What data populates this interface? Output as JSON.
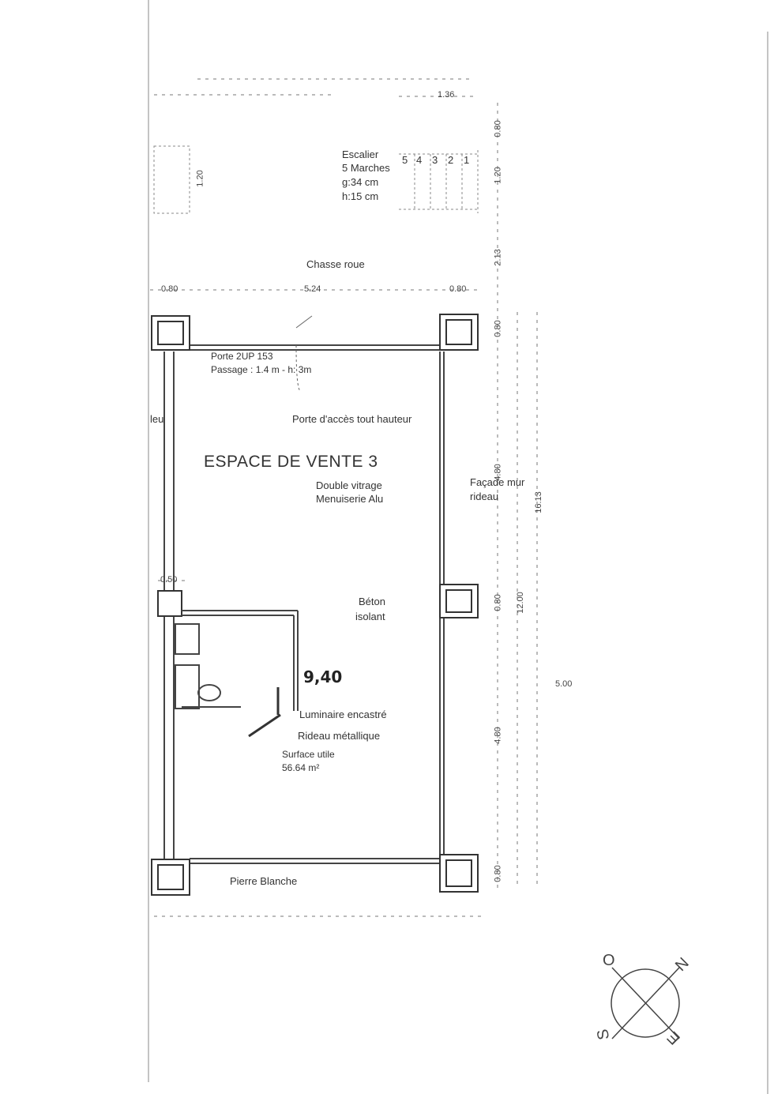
{
  "room_title": "ESPACE DE VENTE 3",
  "stair": {
    "lines": [
      "Escalier",
      "5 Marches",
      "g:34 cm",
      "h:15 cm"
    ],
    "step_numbers": [
      "5",
      "4",
      "3",
      "2",
      "1"
    ]
  },
  "labels": {
    "chasse_roue": "Chasse roue",
    "porte_line1": "Porte 2UP 153",
    "porte_line2": "Passage : 1.4 m - h: 3m",
    "porte_acces": "Porte d'accès tout hauteur",
    "vitrage_line1": "Double vitrage",
    "vitrage_line2": "Menuiserie Alu",
    "facade_line1": "Façade mur",
    "facade_line2": "rideau",
    "beton_line1": "Béton",
    "beton_line2": "isolant",
    "luminaire": "Luminaire encastré",
    "rideau": "Rideau métallique",
    "surface_line1": "Surface utile",
    "surface_line2": "56.64 m²",
    "pierre": "Pierre Blanche",
    "left_cut": "leu",
    "handwritten": "9,40"
  },
  "dimensions": {
    "top_136": "1.36",
    "left_120": "1.20",
    "top_080_left": "0.80",
    "top_524": "5.24",
    "top_080_right": "0.80",
    "left_050": "0.50",
    "right_500": "5.00",
    "v_080_a": "0.80",
    "v_120": "1.20",
    "v_213": "2.13",
    "v_080_b": "0.80",
    "v_480_a": "4.80",
    "v_080_c": "0.80",
    "v_480_b": "4.80",
    "v_080_d": "0.80",
    "v_1613": "16.13",
    "v_1200": "12.00"
  },
  "compass": {
    "north": "N",
    "south": "S",
    "east": "E",
    "west": "O"
  },
  "colors": {
    "ink": "#333333",
    "paper": "#ffffff",
    "faint": "#aaaaaa"
  }
}
